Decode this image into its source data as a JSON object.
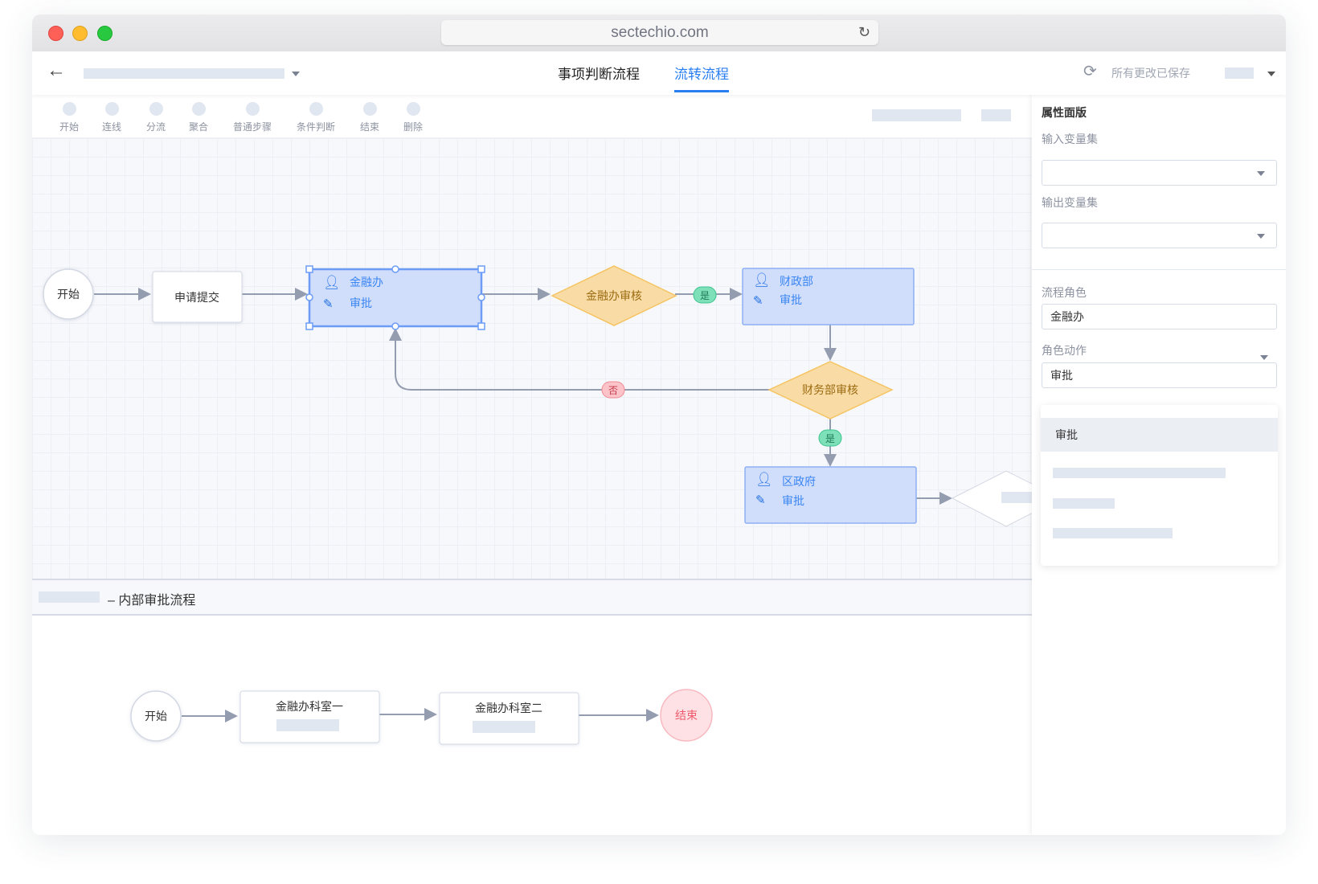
{
  "browser": {
    "url": "sectechio.com"
  },
  "header": {
    "tabs": [
      {
        "label": "事项判断流程"
      },
      {
        "label": "流转流程",
        "active": true
      }
    ],
    "save_status": "所有更改已保存"
  },
  "toolbar": {
    "tools": [
      {
        "label": "开始"
      },
      {
        "label": "连线"
      },
      {
        "label": "分流"
      },
      {
        "label": "聚合"
      },
      {
        "label": "普通步骤"
      },
      {
        "label": "条件判断"
      },
      {
        "label": "结束"
      },
      {
        "label": "删除"
      }
    ]
  },
  "flow": {
    "start": "开始",
    "submit": "申请提交",
    "node1": {
      "role": "金融办",
      "action": "审批"
    },
    "decision1": "金融办审核",
    "yes1": "是",
    "node2": {
      "role": "财政部",
      "action": "审批"
    },
    "decision2": "财务部审核",
    "no": "否",
    "yes2": "是",
    "node3": {
      "role": "区政府",
      "action": "审批"
    }
  },
  "subflow": {
    "title": "– 内部审批流程",
    "start": "开始",
    "step1": "金融办科室一",
    "step2": "金融办科室二",
    "end": "结束"
  },
  "panel": {
    "title": "属性面版",
    "input_vars_label": "输入变量集",
    "output_vars_label": "输出变量集",
    "role_label": "流程角色",
    "role_value": "金融办",
    "action_label": "角色动作",
    "action_value": "审批",
    "dropdown_options": [
      "审批"
    ]
  },
  "colors": {
    "accent": "#2a7ef0",
    "task_fill": "#d0ddfb",
    "decision_fill": "#f9dca5",
    "yes": "#7ee0b8",
    "no": "#fcc4c9"
  }
}
